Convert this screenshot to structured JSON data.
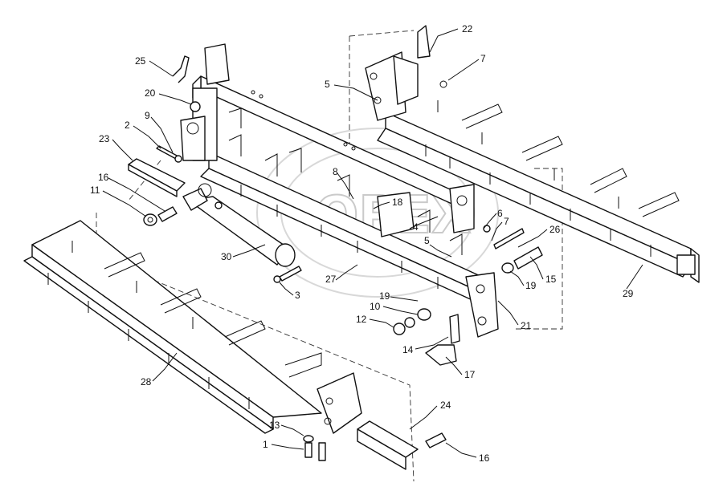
{
  "diagram": {
    "callouts": [
      "22",
      "7",
      "25",
      "5",
      "20",
      "2",
      "9",
      "23",
      "8",
      "16",
      "18",
      "11",
      "4",
      "6",
      "7",
      "26",
      "5",
      "30",
      "27",
      "3",
      "19",
      "19",
      "15",
      "29",
      "10",
      "12",
      "21",
      "14",
      "17",
      "28",
      "24",
      "13",
      "1",
      "16"
    ]
  },
  "watermark": {
    "text": "OPEX"
  }
}
